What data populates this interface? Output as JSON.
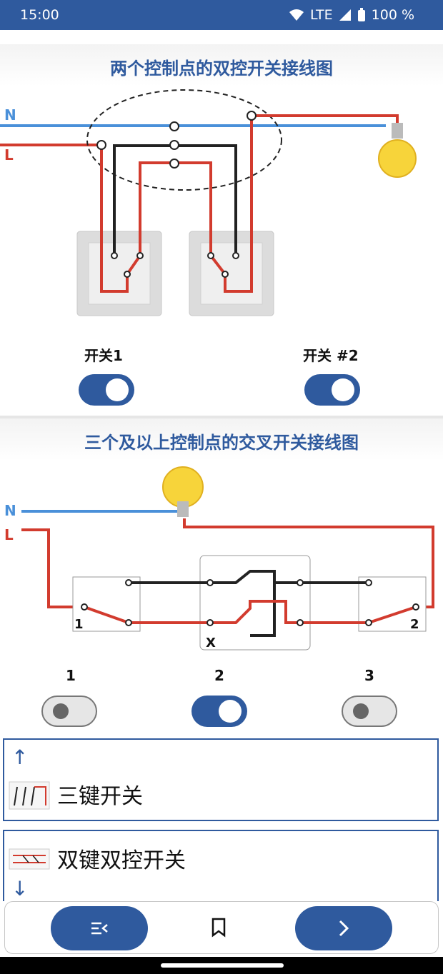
{
  "status": {
    "time": "15:00",
    "network": "LTE",
    "battery": "100 %"
  },
  "section1": {
    "title": "两个控制点的双控开关接线图",
    "label_n": "N",
    "label_l": "L",
    "switch1_label": "开关1",
    "switch2_label": "开关 #2",
    "switch1_on": true,
    "switch2_on": true
  },
  "section2": {
    "title": "三个及以上控制点的交叉开关接线图",
    "label_n": "N",
    "label_l": "L",
    "box1_label": "1",
    "boxx_label": "X",
    "box2_label": "2",
    "toggle_labels": [
      "1",
      "2",
      "3"
    ],
    "toggle_states": [
      false,
      true,
      false
    ]
  },
  "list": {
    "item1": {
      "title": "三键开关",
      "arrow": "↑"
    },
    "item2": {
      "title": "双键双控开关",
      "arrow": "↓"
    }
  },
  "colors": {
    "primary": "#2f5a9e",
    "live": "#d23b2e",
    "neutral": "#4a90d9",
    "neutral_wire": "#222222"
  },
  "icons": {
    "menu": "menu-back-icon",
    "bookmark": "bookmark-icon",
    "next": "chevron-right-icon"
  }
}
